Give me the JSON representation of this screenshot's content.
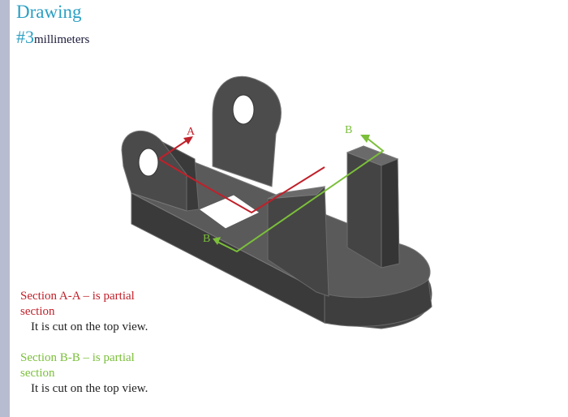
{
  "header": {
    "title": "Drawing",
    "number": "#3",
    "units": "millimeters"
  },
  "notes": {
    "a_line1": "Section A-A – is partial",
    "a_line2": "section",
    "a_line3": "It is cut on the top view.",
    "b_line1": "Section B-B – is partial",
    "b_line2": "section",
    "b_line3": "It is cut on the top view."
  },
  "labels": {
    "a": "A",
    "b_top": "B",
    "b_bottom": "B"
  },
  "colors": {
    "section_a": "#c0202a",
    "section_b": "#7bbf3a",
    "title": "#2a9fc4",
    "part": "#4a4a4a"
  }
}
